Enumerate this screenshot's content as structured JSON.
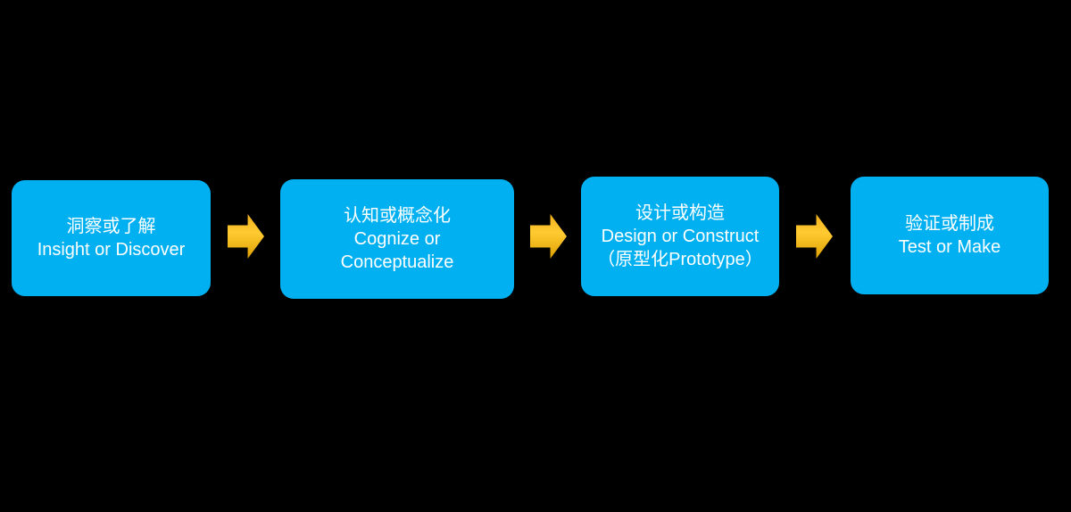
{
  "colors": {
    "background": "#000000",
    "box-fill": "#00B0F0",
    "text": "#FFFFFF",
    "arrow-gold-top": "#F2B11C",
    "arrow-gold-mid": "#FFCB31",
    "arrow-gold-bottom": "#DDA002"
  },
  "diagram": {
    "steps": [
      {
        "lines": [
          "洞察或了解",
          "Insight or Discover"
        ]
      },
      {
        "lines": [
          "认知或概念化",
          "Cognize or",
          "Conceptualize"
        ]
      },
      {
        "lines": [
          "设计或构造",
          "Design or Construct",
          "（原型化Prototype）"
        ]
      },
      {
        "lines": [
          "验证或制成",
          "Test or Make"
        ]
      }
    ],
    "arrows": [
      {
        "icon": "right-block-arrow"
      },
      {
        "icon": "right-block-arrow"
      },
      {
        "icon": "right-block-arrow"
      }
    ]
  }
}
